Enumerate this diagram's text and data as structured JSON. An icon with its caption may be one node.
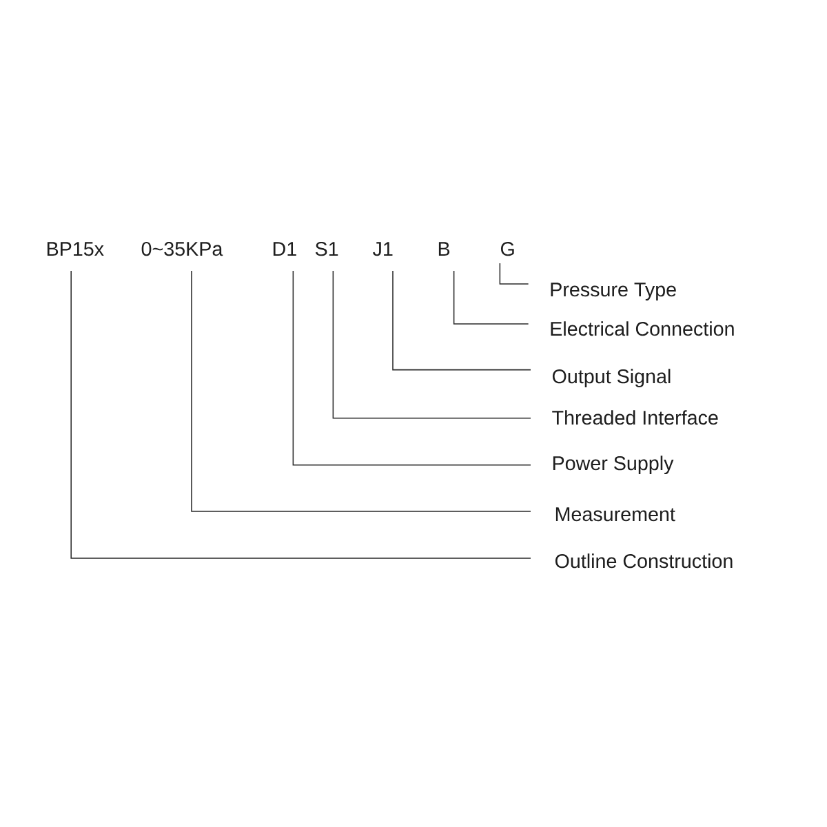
{
  "diagram": {
    "nodes": [
      {
        "text": [
          "BP15x"
        ]
      },
      {
        "text": [
          "0~35KPa"
        ]
      },
      {
        "text": [
          "D1"
        ]
      },
      {
        "text": [
          "S1"
        ]
      },
      {
        "text": [
          "J1"
        ]
      },
      {
        "text": [
          "B"
        ]
      },
      {
        "text": [
          "G"
        ]
      },
      {
        "text": [
          "Pressure Type"
        ]
      },
      {
        "text": [
          "Electrical Connection"
        ]
      },
      {
        "text": [
          "Output Signal"
        ]
      },
      {
        "text": [
          "Threaded Interface"
        ]
      },
      {
        "text": [
          "Power Supply"
        ]
      },
      {
        "text": [
          "Measurement"
        ]
      },
      {
        "text": [
          "Outline Construction"
        ]
      }
    ],
    "edges": [
      {
        "from": 6,
        "to": 7,
        "arrow": "none"
      },
      {
        "from": 5,
        "to": 8,
        "arrow": "none"
      },
      {
        "from": 4,
        "to": 9,
        "arrow": "none"
      },
      {
        "from": 3,
        "to": 10,
        "arrow": "none"
      },
      {
        "from": 2,
        "to": 11,
        "arrow": "none"
      },
      {
        "from": 1,
        "to": 12,
        "arrow": "none"
      },
      {
        "from": 0,
        "to": 13,
        "arrow": "none"
      }
    ]
  }
}
